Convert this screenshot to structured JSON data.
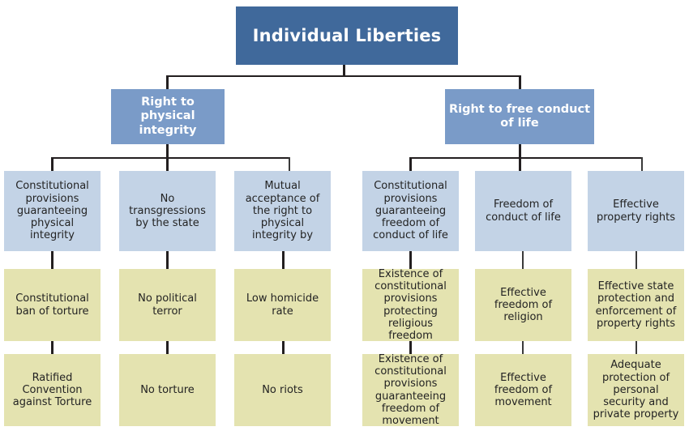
{
  "diagram": {
    "title": "Individual Liberties",
    "type": "hierarchy-tree",
    "colors": {
      "root_fill": "#40699b",
      "branch_fill": "#7a9bc8",
      "level3_fill": "#c3d3e6",
      "level4_fill": "#e4e3b0",
      "connector": "#231f20",
      "root_text": "#ffffff",
      "branch_text": "#ffffff",
      "body_text": "#232323"
    },
    "root": {
      "label": "Individual Liberties"
    },
    "branches": [
      {
        "label": "Right to physical integrity"
      },
      {
        "label": "Right to free conduct of life"
      }
    ],
    "columns": [
      {
        "branch": "Right to physical integrity",
        "level3": "Constitutional provisions guaranteeing physical integrity",
        "level4": "Constitutional ban of torture",
        "level5": "Ratified Convention against Torture"
      },
      {
        "branch": "Right to physical integrity",
        "level3": "No transgressions by the state",
        "level4": "No political terror",
        "level5": "No torture"
      },
      {
        "branch": "Right to physical integrity",
        "level3": "Mutual acceptance of the right to physical integrity by",
        "level4": "Low homicide rate",
        "level5": "No riots"
      },
      {
        "branch": "Right to free conduct of life",
        "level3": "Constitutional provisions guaranteeing freedom of conduct of life",
        "level4": "Existence of constitutional provisions protecting religious freedom",
        "level5": "Existence of constitutional provisions guaranteeing freedom of movement"
      },
      {
        "branch": "Right to free conduct of life",
        "level3": "Freedom of conduct of life",
        "level4": "Effective freedom of religion",
        "level5": "Effective freedom of movement"
      },
      {
        "branch": "Right to free conduct of life",
        "level3": "Effective property rights",
        "level4": "Effective state protection and enforcement of property rights",
        "level5": "Adequate protection of personal security and private property"
      }
    ]
  }
}
